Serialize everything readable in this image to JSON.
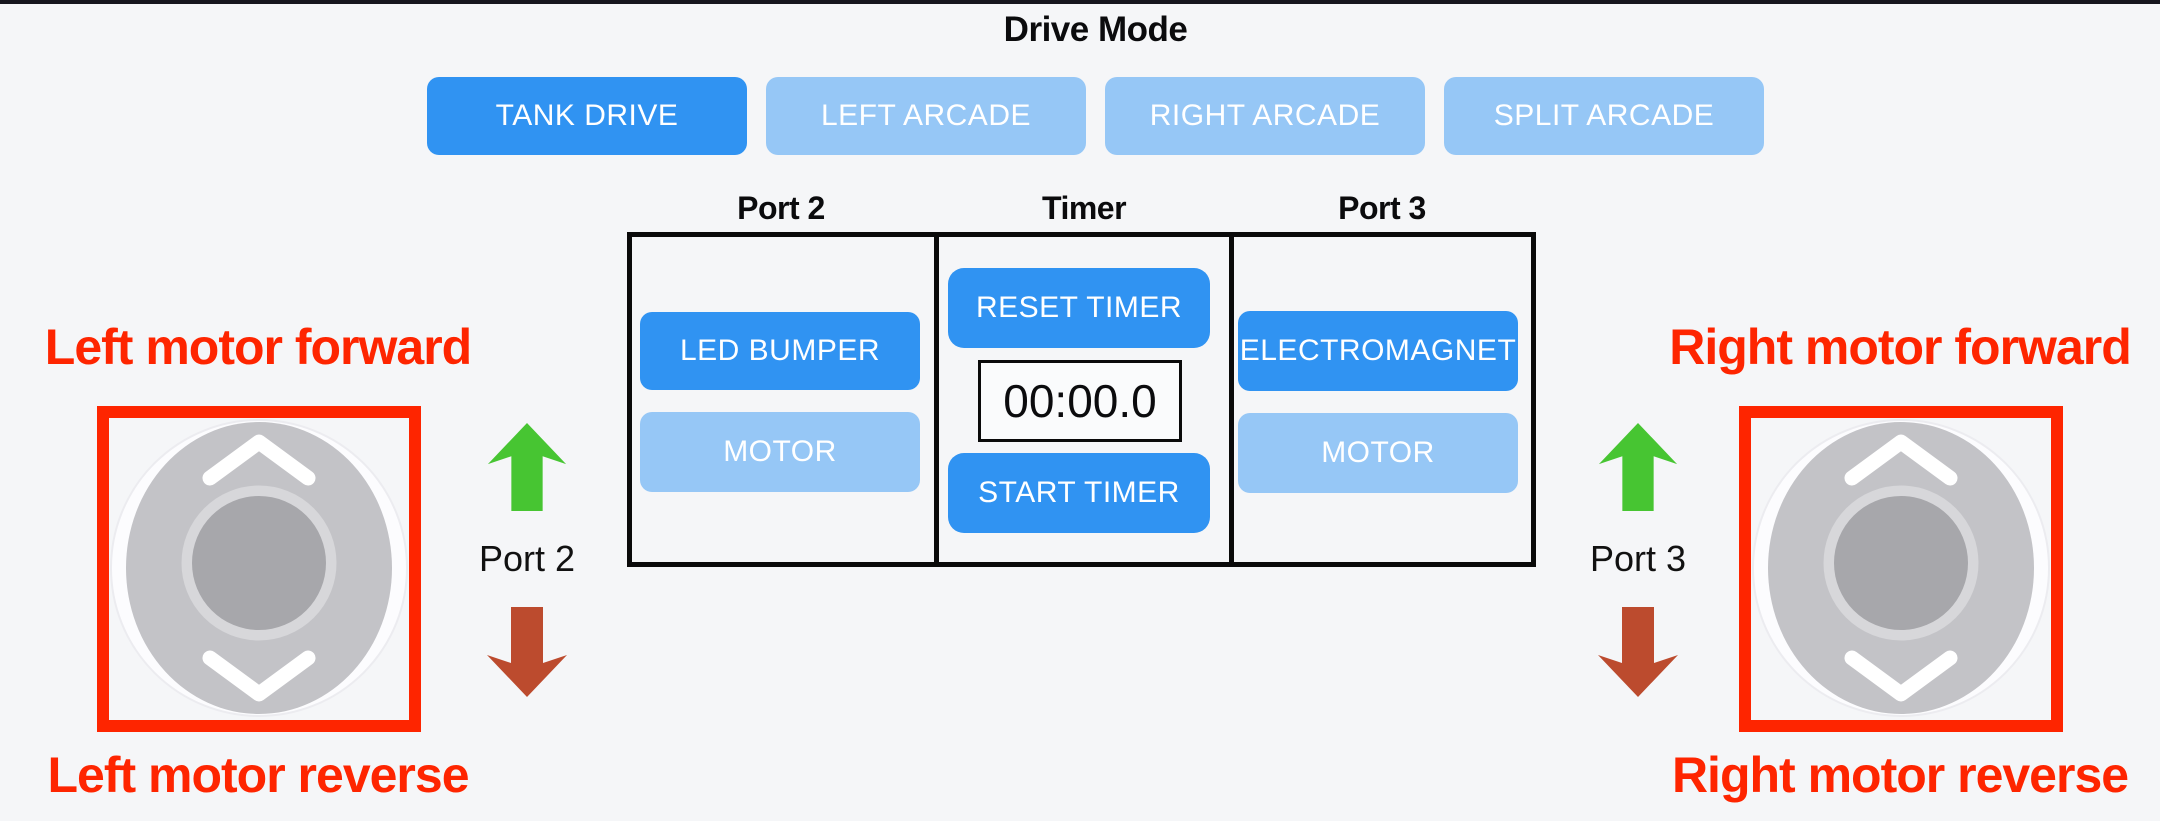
{
  "drive_mode": {
    "title": "Drive Mode",
    "buttons": [
      {
        "label": "TANK DRIVE",
        "state": "active"
      },
      {
        "label": "LEFT ARCADE",
        "state": "inactive"
      },
      {
        "label": "RIGHT ARCADE",
        "state": "inactive"
      },
      {
        "label": "SPLIT ARCADE",
        "state": "inactive"
      }
    ]
  },
  "device_panel": {
    "port2": {
      "header": "Port 2",
      "buttons": [
        {
          "label": "LED BUMPER",
          "state": "active"
        },
        {
          "label": "MOTOR",
          "state": "inactive"
        }
      ]
    },
    "timer": {
      "header": "Timer",
      "reset_button": "RESET TIMER",
      "display_value": "00:00.0",
      "start_button": "START TIMER"
    },
    "port3": {
      "header": "Port 3",
      "buttons": [
        {
          "label": "ELECTROMAGNET",
          "state": "active"
        },
        {
          "label": "MOTOR",
          "state": "inactive"
        }
      ]
    }
  },
  "left_control": {
    "forward_label": "Left motor forward",
    "reverse_label": "Left motor reverse",
    "port_label": "Port 2",
    "up_arrow_icon": "green-up-arrow",
    "down_arrow_icon": "red-down-arrow"
  },
  "right_control": {
    "forward_label": "Right motor forward",
    "reverse_label": "Right motor reverse",
    "port_label": "Port 3",
    "up_arrow_icon": "green-up-arrow",
    "down_arrow_icon": "red-down-arrow"
  },
  "colors": {
    "background": "#f5f6f8",
    "top_bar": "#16161e",
    "button_active_blue": "#3093f2",
    "button_inactive_blue": "#96c7f6",
    "annotation_red": "#fe2500",
    "arrow_green": "#47c532",
    "arrow_dark_red": "#bc4b2e",
    "table_border_black": "#0a0a0a"
  }
}
